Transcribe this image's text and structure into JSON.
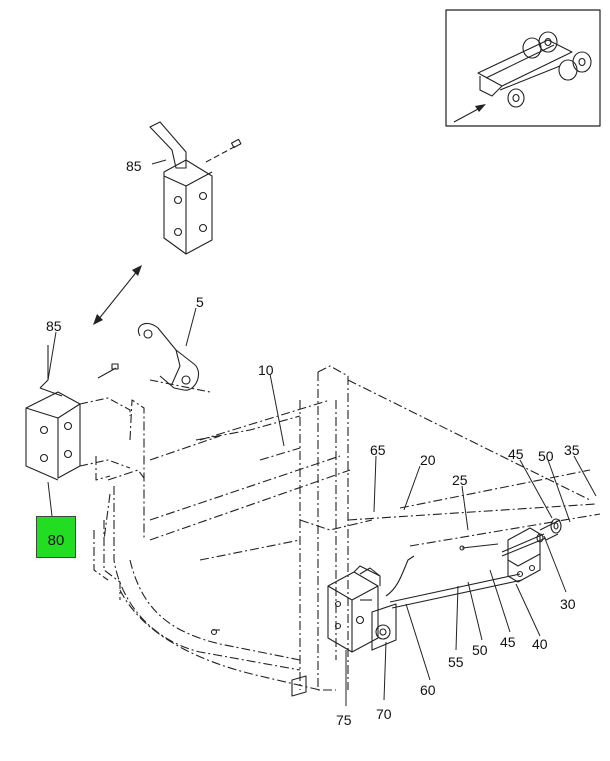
{
  "highlight_color": "#22dd22",
  "callouts": {
    "c85_top": "85",
    "c5": "5",
    "c85_left": "85",
    "c10": "10",
    "c65": "65",
    "c20": "20",
    "c25": "25",
    "c45_top": "45",
    "c50_top": "50",
    "c35": "35",
    "c80": "80",
    "c30": "30",
    "c40": "40",
    "c45_bottom": "45",
    "c50_bottom": "50",
    "c55": "55",
    "c60": "60",
    "c70": "70",
    "c75": "75"
  }
}
